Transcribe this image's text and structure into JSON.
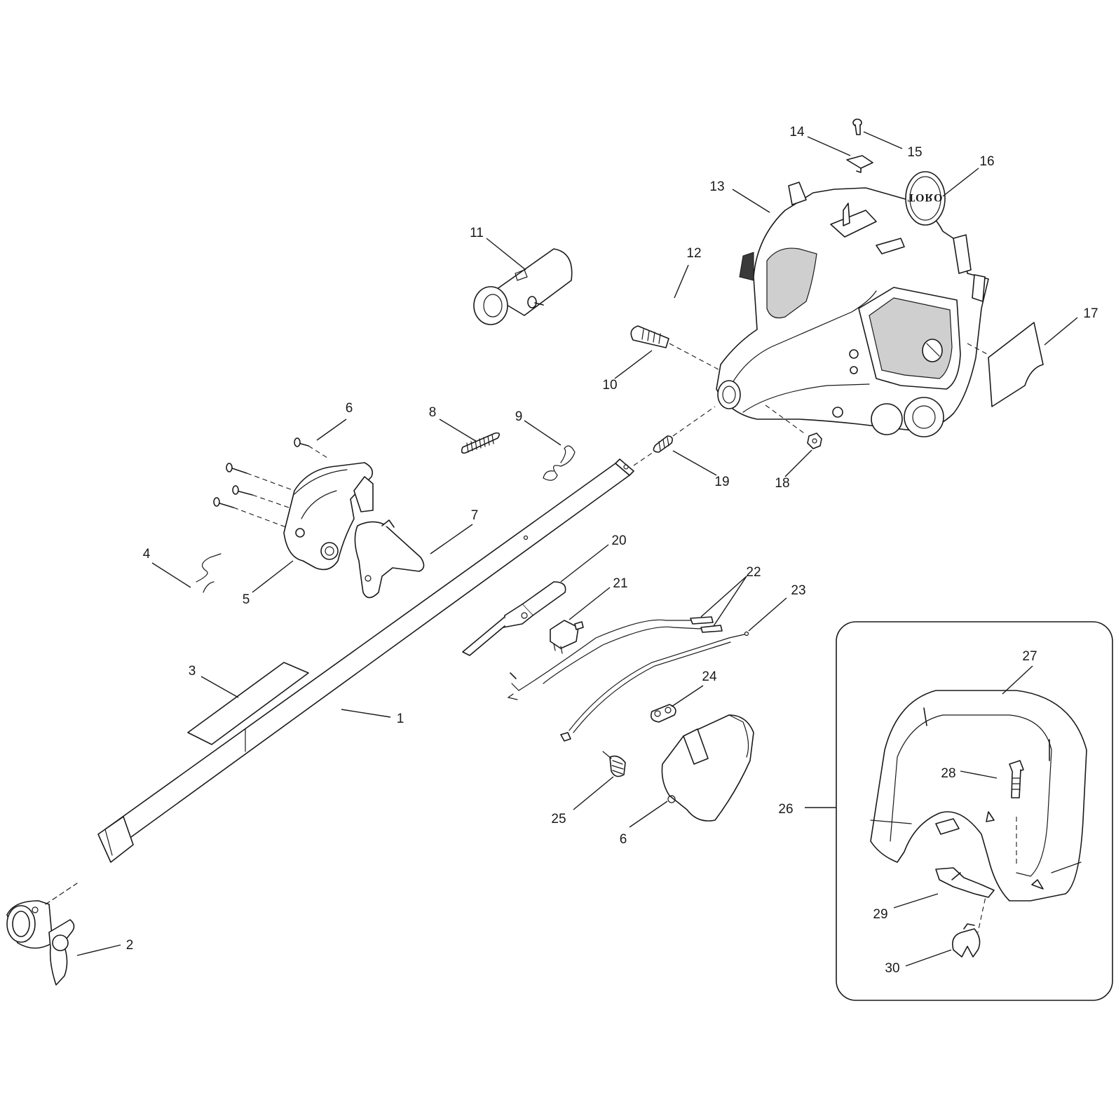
{
  "diagram": {
    "callouts": {
      "c1": "1",
      "c2": "2",
      "c3": "3",
      "c4": "4",
      "c5": "5",
      "c6a": "6",
      "c6b": "6",
      "c7": "7",
      "c8": "8",
      "c9": "9",
      "c10": "10",
      "c11": "11",
      "c12": "12",
      "c13": "13",
      "c14": "14",
      "c15": "15",
      "c16": "16",
      "c17": "17",
      "c18": "18",
      "c19": "19",
      "c20": "20",
      "c21": "21",
      "c22": "22",
      "c23": "23",
      "c24": "24",
      "c25": "25",
      "c26": "26",
      "c27": "27",
      "c28": "28",
      "c29": "29",
      "c30": "30"
    },
    "logo_text": "TORO"
  }
}
